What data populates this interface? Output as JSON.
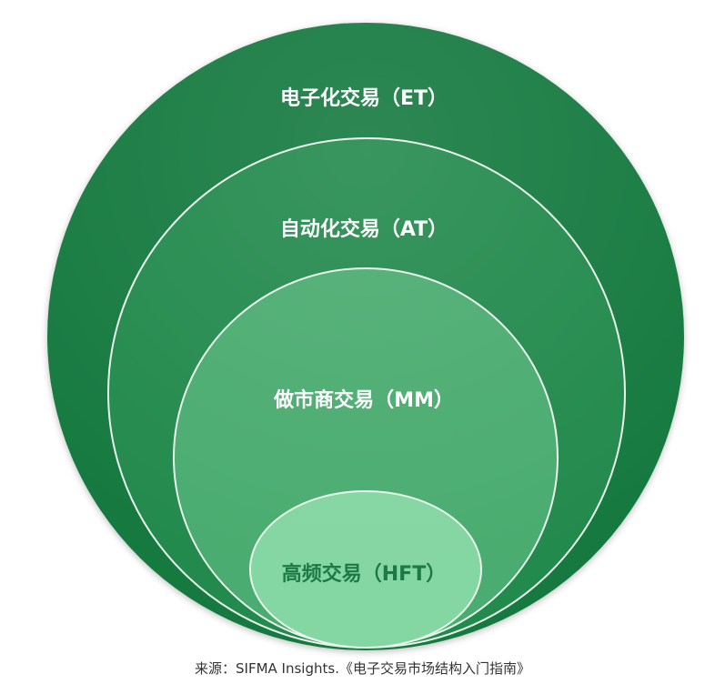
{
  "diagram": {
    "type": "nested-circles",
    "levels": [
      {
        "label": "电子化交易（ET）",
        "fill": "#177a41",
        "text_color": "#ffffff"
      },
      {
        "label": "自动化交易（AT）",
        "fill": "#238a4d",
        "text_color": "#ffffff"
      },
      {
        "label": "做市商交易（MM）",
        "fill": "#4aac70",
        "text_color": "#ffffff"
      },
      {
        "label": "高频交易（HFT）",
        "fill": "#84d6a2",
        "text_color": "#1d7a44"
      }
    ],
    "outline_color": "#e9f4ec"
  },
  "source": "来源：SIFMA Insights.《电子交易市场结构入门指南》"
}
